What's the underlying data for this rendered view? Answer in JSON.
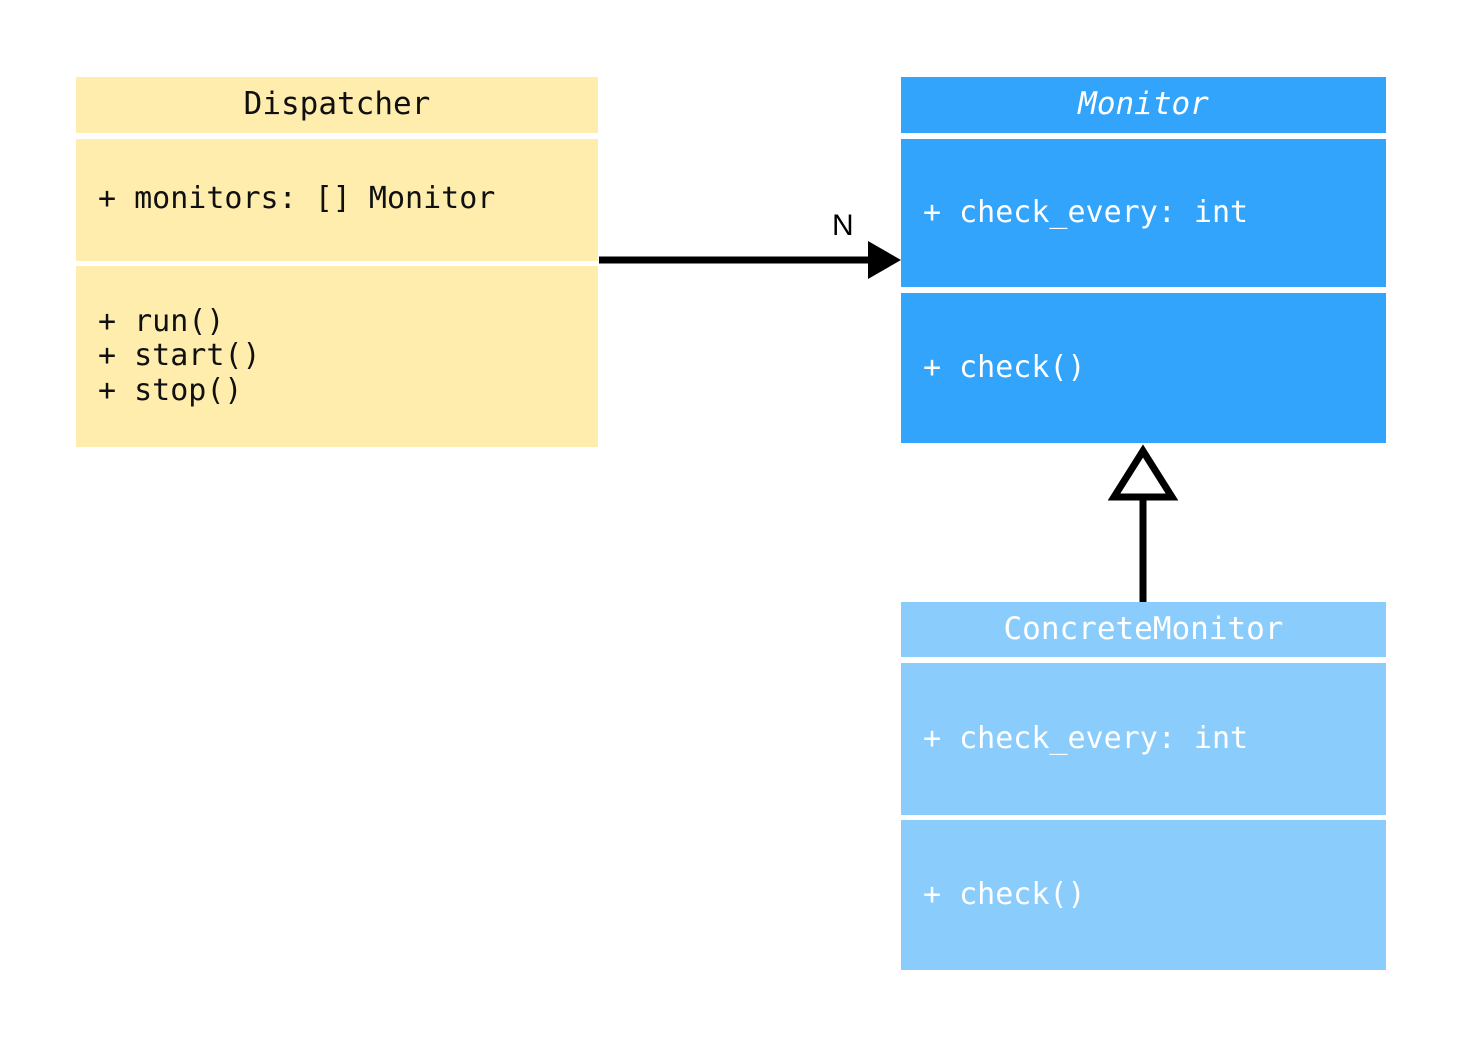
{
  "diagram": {
    "kind": "uml-class-diagram",
    "background": "#ffffff",
    "classes": [
      {
        "id": "dispatcher",
        "name": "Dispatcher",
        "abstract": false,
        "fill": "#ffedae",
        "text_color": "#101010",
        "attributes": [
          "+ monitors: [] Monitor"
        ],
        "methods": [
          "+ run()",
          "+ start()",
          "+ stop()"
        ]
      },
      {
        "id": "monitor",
        "name": "Monitor",
        "abstract": true,
        "fill": "#32a4fc",
        "text_color": "#ffffff",
        "attributes": [
          "+ check_every: int"
        ],
        "methods": [
          "+ check()"
        ]
      },
      {
        "id": "concrete_monitor",
        "name": "ConcreteMonitor",
        "abstract": false,
        "fill": "#8acdfd",
        "text_color": "#ffffff",
        "attributes": [
          "+ check_every: int"
        ],
        "methods": [
          "+ check()"
        ]
      }
    ],
    "relationships": [
      {
        "id": "dispatcher-to-monitor",
        "type": "association",
        "from": "Dispatcher",
        "to": "Monitor",
        "multiplicity_label": "N",
        "arrowhead": "solid-filled",
        "line": "solid",
        "color": "#000000"
      },
      {
        "id": "concrete-monitor-to-monitor",
        "type": "generalization",
        "from": "ConcreteMonitor",
        "to": "Monitor",
        "arrowhead": "hollow-triangle",
        "line": "solid",
        "color": "#000000"
      }
    ]
  }
}
